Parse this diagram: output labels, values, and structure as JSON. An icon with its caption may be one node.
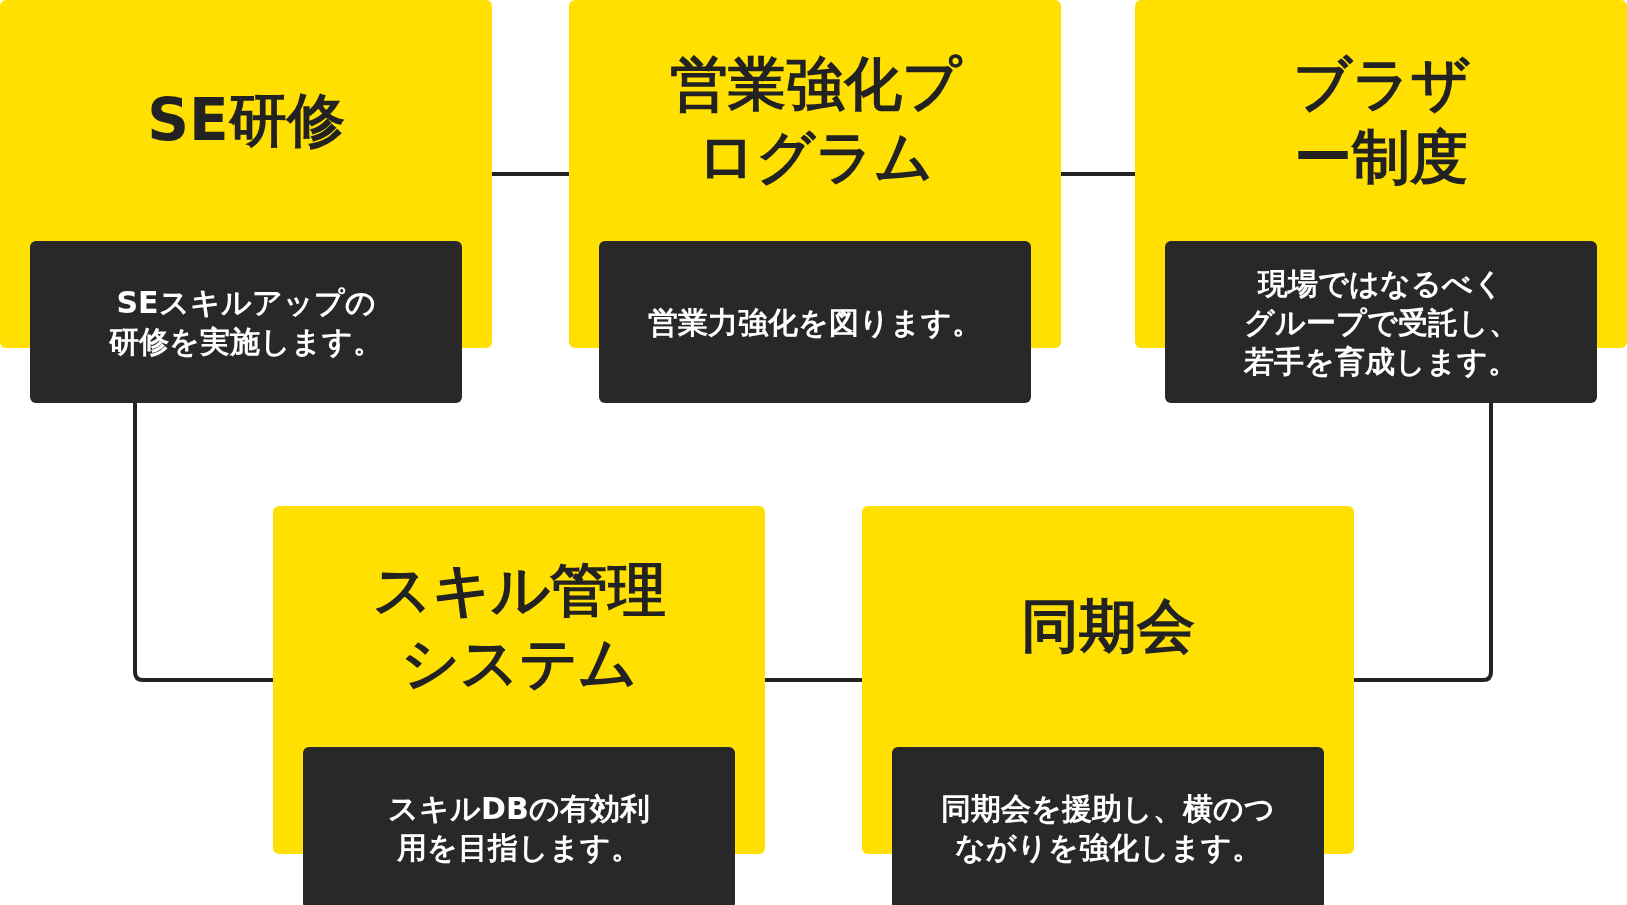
{
  "diagram": {
    "nodes": [
      {
        "text": [
          "SE研修"
        ]
      },
      {
        "text": [
          "SEスキルアップの研修を実施します。"
        ]
      },
      {
        "text": [
          "営業強化プログラム"
        ]
      },
      {
        "text": [
          "営業力強化を図ります。"
        ]
      },
      {
        "text": [
          "ブラザー制度"
        ]
      },
      {
        "text": [
          "現場ではなるべくグループで受託し、若手を育成します。"
        ]
      },
      {
        "text": [
          "スキル管理システム"
        ]
      },
      {
        "text": [
          "スキルDBの有効利用を目指します。"
        ]
      },
      {
        "text": [
          "同期会"
        ]
      },
      {
        "text": [
          "同期会を援助し、横のつながりを強化します。"
        ]
      }
    ],
    "edges": [
      {
        "from": 0,
        "to": 2,
        "arrow": "none"
      },
      {
        "from": 2,
        "to": 4,
        "arrow": "none"
      },
      {
        "from": 1,
        "to": 6,
        "arrow": "none"
      },
      {
        "from": 6,
        "to": 8,
        "arrow": "none"
      },
      {
        "from": 5,
        "to": 8,
        "arrow": "none"
      }
    ]
  }
}
